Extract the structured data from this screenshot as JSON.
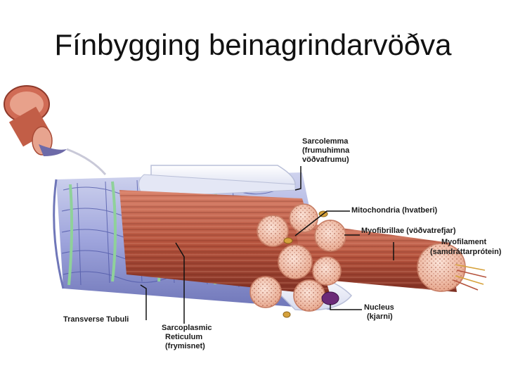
{
  "title": "Fínbygging beinagrindarvöðva",
  "labels": {
    "sarcolemma": [
      "Sarcolemma",
      "(frumuhimna",
      "vöðvafrumu)"
    ],
    "mitochondria": [
      "Mitochondria (hvatberi)"
    ],
    "myofibrillae": [
      "Myofibrillae (vöðvatrefjar)"
    ],
    "myofilament": [
      "Myofilament",
      "(samdráttarprótein)"
    ],
    "nucleus": [
      "Nucleus",
      "(kjarni)"
    ],
    "transverse_tubuli": [
      "Transverse Tubuli"
    ],
    "sarcoplasmic_reticulum": [
      "Sarcoplasmic",
      "Reticulum",
      "(frymisnet)"
    ]
  },
  "colors": {
    "muscle": "#b5533d",
    "muscle_dark": "#7e2f22",
    "fibril_end": "#f2c6b4",
    "reticulum": "#8a8fd8",
    "tubule": "#8fd19a",
    "membrane": "#eef0f8",
    "nucleus": "#6b2a78"
  }
}
